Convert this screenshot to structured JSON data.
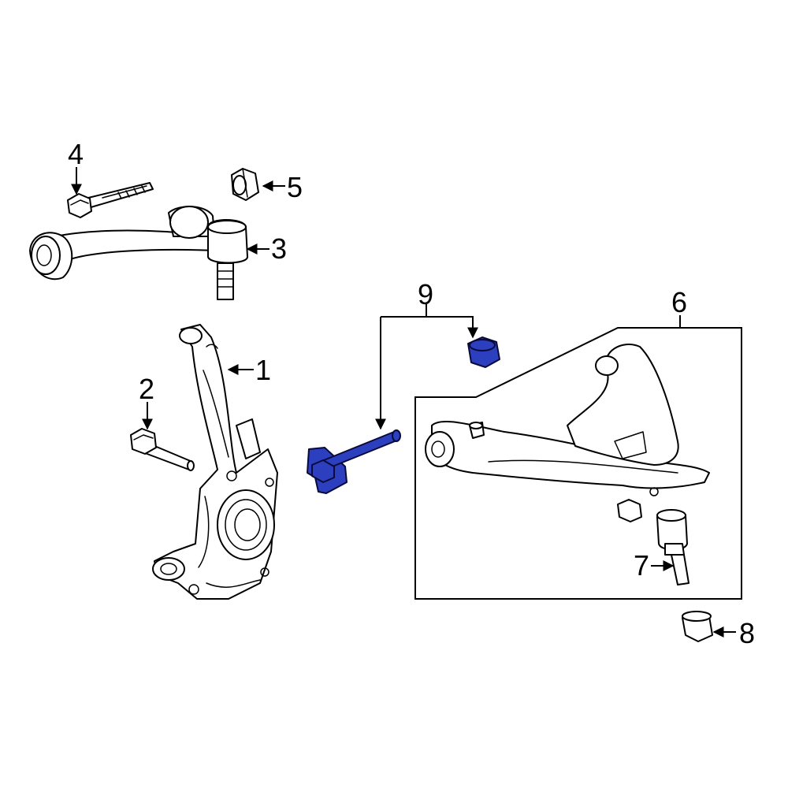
{
  "callouts": [
    {
      "id": "1",
      "text": "1"
    },
    {
      "id": "2",
      "text": "2"
    },
    {
      "id": "3",
      "text": "3"
    },
    {
      "id": "4",
      "text": "4"
    },
    {
      "id": "5",
      "text": "5"
    },
    {
      "id": "6",
      "text": "6"
    },
    {
      "id": "7",
      "text": "7"
    },
    {
      "id": "8",
      "text": "8"
    },
    {
      "id": "9",
      "text": "9"
    }
  ],
  "colors": {
    "highlight": "#2c3fbf",
    "outline": "#000000",
    "background": "#ffffff"
  }
}
